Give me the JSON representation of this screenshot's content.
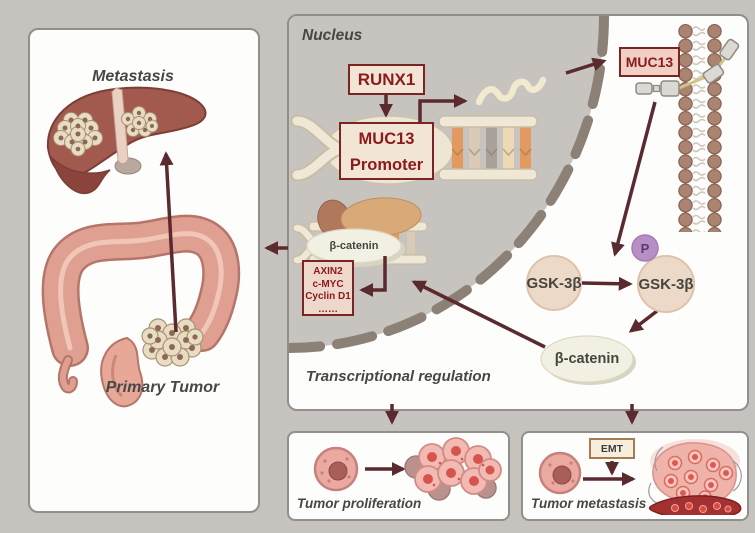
{
  "figure": {
    "left_panel": {
      "metastasis_label": "Metastasis",
      "primary_tumor_label": "Primary Tumor"
    },
    "nucleus": {
      "label": "Nucleus",
      "runx1_label": "RUNX1",
      "promoter_label_line1": "MUC13",
      "promoter_label_line2": "Promoter",
      "complex_beta_catenin_label": "β-catenin",
      "target_genes_line1": "AXIN2",
      "target_genes_line2": "c-MYC",
      "target_genes_line3": "Cyclin D1",
      "target_genes_line4": "……",
      "transcription_label": "Transcriptional regulation"
    },
    "cytoplasm": {
      "muc13_label": "MUC13",
      "gsk3b_inactive_label": "GSK-3β",
      "gsk3b_active_label": "GSK-3β",
      "phosphate_label": "P",
      "beta_catenin_label": "β-catenin"
    },
    "outcomes": {
      "proliferation_label": "Tumor proliferation",
      "metastasis_label": "Tumor metastasis",
      "emt_label": "EMT"
    },
    "colors": {
      "background": "#c6c2be",
      "panel_bg": "#fdfdfc",
      "panel_border": "#8f8f8d",
      "arrow": "#5a2a2e",
      "dark_red_text": "#8b1a1a",
      "red_box_border": "#7a2424",
      "red_box_fill_cream": "#f3e5d6",
      "red_box_fill_pink": "#f0cfc4",
      "nucleus_fill": "#c7c3bf",
      "nuclear_envelope_dash": "#8b8177",
      "phosphate_purple": "#b78fc6",
      "gsk_circle_fill": "#ecd9c7",
      "beta_catenin_oval_fill": "#f2efe3",
      "dna_strand": "#f0e8d6",
      "lipid_head": "#aa8470"
    }
  }
}
